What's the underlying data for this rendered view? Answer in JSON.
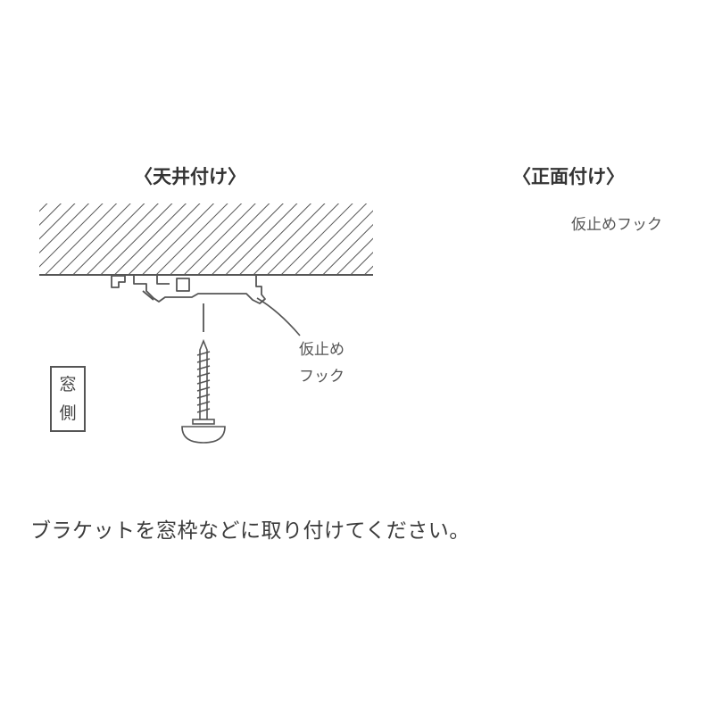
{
  "ceiling": {
    "heading": "〈天井付け〉",
    "hook_label_line1": "仮止め",
    "hook_label_line2": "フック",
    "window_side_char1": "窓",
    "window_side_char2": "側"
  },
  "wall": {
    "heading": "〈正面付け〉",
    "hook_label": "仮止めフック"
  },
  "caption": "ブラケットを窓枠などに取り付けてください。",
  "colors": {
    "line": "#555555",
    "hatch": "#555555",
    "text": "#4a4a4a"
  }
}
